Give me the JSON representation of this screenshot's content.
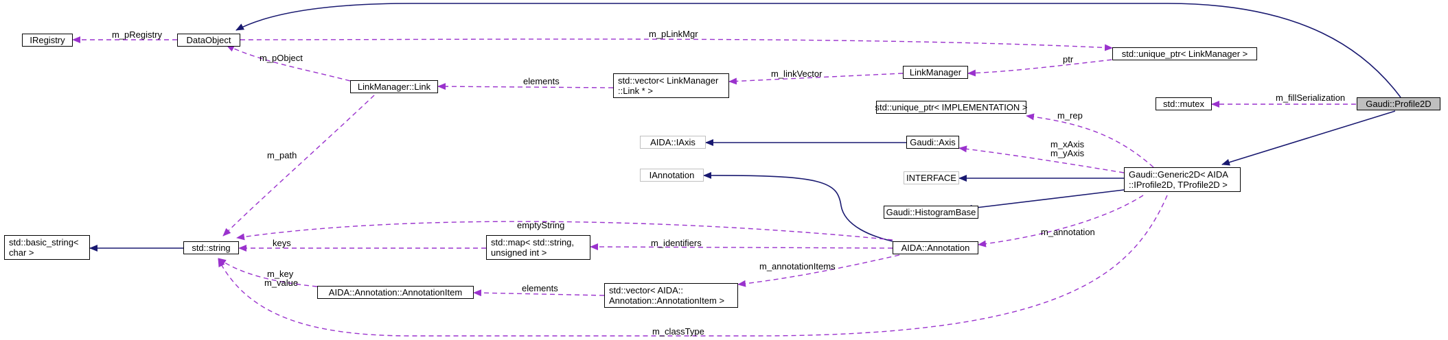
{
  "nodes": {
    "iregistry": "IRegistry",
    "dataobject": "DataObject",
    "linkmanager_link": "LinkManager::Link",
    "vector_link_l1": "std::vector< LinkManager",
    "vector_link_l2": "::Link * >",
    "linkmanager": "LinkManager",
    "unique_ptr_linkmanager": "std::unique_ptr< LinkManager >",
    "std_mutex": "std::mutex",
    "profile2d": "Gaudi::Profile2D",
    "unique_ptr_impl": "std::unique_ptr< IMPLEMENTATION >",
    "aida_iaxis": "AIDA::IAxis",
    "gaudi_axis": "Gaudi::Axis",
    "iannotation": "IAnnotation",
    "interface": "INTERFACE",
    "generic2d_l1": "Gaudi::Generic2D< AIDA",
    "generic2d_l2": "::IProfile2D, TProfile2D >",
    "histogrambase": "Gaudi::HistogramBase",
    "basic_string_l1": "std::basic_string<",
    "basic_string_l2": "char >",
    "std_string": "std::string",
    "map_l1": "std::map< std::string,",
    "map_l2": "unsigned int >",
    "aida_annotation": "AIDA::Annotation",
    "annotation_item": "AIDA::Annotation::AnnotationItem",
    "vector_item_l1": "std::vector< AIDA::",
    "vector_item_l2": "Annotation::AnnotationItem >"
  },
  "edge_labels": {
    "m_pRegistry": "m_pRegistry",
    "m_pLinkMgr": "m_pLinkMgr",
    "m_pObject": "m_pObject",
    "elements_link": "elements",
    "m_linkVector": "m_linkVector",
    "ptr": "ptr",
    "m_fillSerialization": "m_fillSerialization",
    "m_rep": "m_rep",
    "m_xAxis": "m_xAxis",
    "m_yAxis": "m_yAxis",
    "m_path": "m_path",
    "emptyString": "emptyString",
    "m_annotation": "m_annotation",
    "keys": "keys",
    "m_identifiers": "m_identifiers",
    "m_annotationItems": "m_annotationItems",
    "m_key": "m_key",
    "m_value": "m_value",
    "elements_item": "elements",
    "m_classType": "m_classType"
  },
  "colors": {
    "inheritance": "#191970",
    "usage": "#9a32cd",
    "focus_fill": "#bfbfbf",
    "grey_border": "#bfbfbf"
  }
}
